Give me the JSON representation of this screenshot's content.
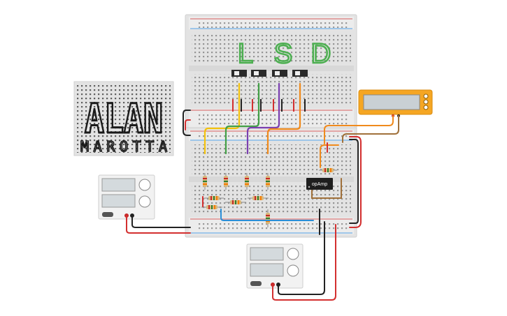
{
  "board_title": {
    "letters": [
      "L",
      "S",
      "D"
    ],
    "color": "#4caf50"
  },
  "logo": {
    "line1": "ALAN",
    "line2": "MAROTTA"
  },
  "opamp": {
    "label": "opAmp"
  },
  "colors": {
    "breadboard": "#e6e6e6",
    "rail_red": "#d32f2f",
    "rail_blue": "#1e88e5",
    "wire_yellow": "#f4c20d",
    "wire_green": "#43a047",
    "wire_purple": "#7b3fb0",
    "wire_orange": "#f08a1c",
    "wire_black": "#222222",
    "wire_brown": "#a0703a",
    "wire_blue": "#2a8fd8",
    "multimeter": "#f5a623",
    "supply": "#f2f2f2"
  },
  "components": {
    "switches": [
      "switch-1",
      "switch-2",
      "switch-3",
      "switch-4"
    ],
    "power_supplies": [
      "power-supply-left",
      "power-supply-bottom"
    ],
    "multimeter": "multimeter"
  }
}
